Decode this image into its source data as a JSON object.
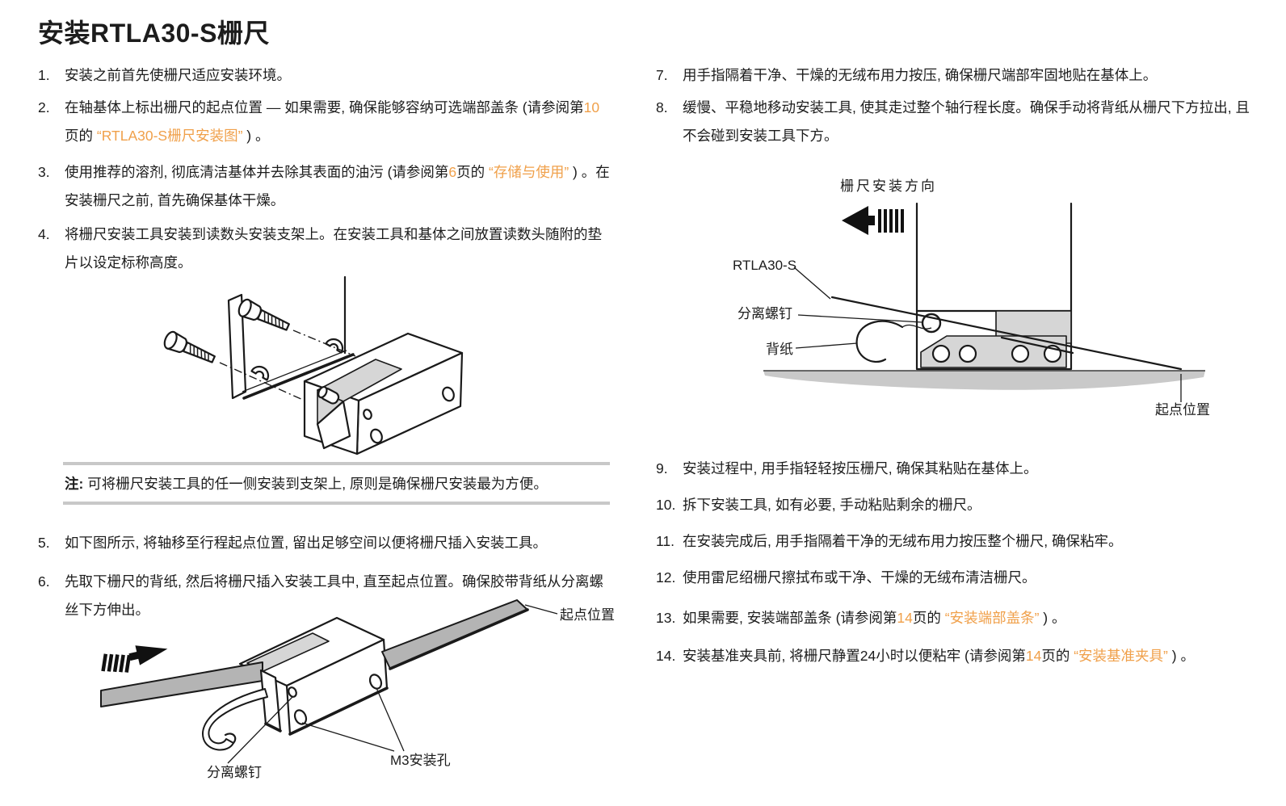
{
  "title": "安装RTLA30-S栅尺",
  "colors": {
    "accent": "#F0A04A",
    "note_bar": "#c8c8c8",
    "diagram_gray": "#c9c9c9",
    "tape_gray": "#b4b4b4"
  },
  "note": {
    "label": "注:",
    "text": " 可将栅尺安装工具的任一侧安装到支架上, 原则是确保栅尺安装最为方便。"
  },
  "steps_left": [
    {
      "num": "1.",
      "runs": [
        {
          "text": "安装之前首先使栅尺适应安装环境。"
        }
      ]
    },
    {
      "num": "2.",
      "runs": [
        {
          "text": "在轴基体上标出栅尺的起点位置 — 如果需要, 确保能够容纳可选端部盖条 (请参阅第"
        },
        {
          "text": "10",
          "link": true
        },
        {
          "text": "页的 "
        },
        {
          "text": "“RTLA30-S栅尺安装图”",
          "link": true
        },
        {
          "text": " ) 。"
        }
      ]
    },
    {
      "num": "3.",
      "runs": [
        {
          "text": "使用推荐的溶剂, 彻底清洁基体并去除其表面的油污 (请参阅第"
        },
        {
          "text": "6",
          "link": true
        },
        {
          "text": "页的 "
        },
        {
          "text": "“存储与使用”",
          "link": true
        },
        {
          "text": " ) 。在安装栅尺之前, 首先确保基体干燥。"
        }
      ]
    },
    {
      "num": "4.",
      "runs": [
        {
          "text": "将栅尺安装工具安装到读数头安装支架上。在安装工具和基体之间放置读数头随附的垫片以设定标称高度。"
        }
      ]
    },
    {
      "num": "5.",
      "runs": [
        {
          "text": "如下图所示, 将轴移至行程起点位置, 留出足够空间以便将栅尺插入安装工具。"
        }
      ]
    },
    {
      "num": "6.",
      "runs": [
        {
          "text": "先取下栅尺的背纸, 然后将栅尺插入安装工具中, 直至起点位置。确保胶带背纸从分离螺丝下方伸出。"
        }
      ]
    }
  ],
  "steps_right": [
    {
      "num": "7.",
      "runs": [
        {
          "text": "用手指隔着干净、干燥的无绒布用力按压, 确保栅尺端部牢固地贴在基体上。"
        }
      ]
    },
    {
      "num": "8.",
      "runs": [
        {
          "text": "缓慢、平稳地移动安装工具, 使其走过整个轴行程长度。确保手动将背纸从栅尺下方拉出, 且不会碰到安装工具下方。"
        }
      ]
    },
    {
      "num": "9.",
      "runs": [
        {
          "text": "安装过程中, 用手指轻轻按压栅尺, 确保其粘贴在基体上。"
        }
      ]
    },
    {
      "num": "10.",
      "runs": [
        {
          "text": "拆下安装工具, 如有必要, 手动粘贴剩余的栅尺。"
        }
      ]
    },
    {
      "num": "11.",
      "runs": [
        {
          "text": "在安装完成后, 用手指隔着干净的无绒布用力按压整个栅尺, 确保粘牢。"
        }
      ]
    },
    {
      "num": "12.",
      "runs": [
        {
          "text": "使用雷尼绍栅尺擦拭布或干净、干燥的无绒布清洁栅尺。"
        }
      ]
    },
    {
      "num": "13.",
      "runs": [
        {
          "text": "如果需要, 安装端部盖条 (请参阅第"
        },
        {
          "text": "14",
          "link": true
        },
        {
          "text": "页的 "
        },
        {
          "text": "“安装端部盖条”",
          "link": true
        },
        {
          "text": " ) 。"
        }
      ]
    },
    {
      "num": "14.",
      "runs": [
        {
          "text": "安装基准夹具前, 将栅尺静置24小时以便粘牢 (请参阅第"
        },
        {
          "text": "14",
          "link": true
        },
        {
          "text": "页的 "
        },
        {
          "text": "“安装基准夹具”",
          "link": true
        },
        {
          "text": " ) 。"
        }
      ]
    }
  ],
  "diagram_tool_insert": {
    "labels": {
      "start_position": "起点位置",
      "separation_screw": "分离螺钉",
      "m3_holes": "M3安装孔"
    }
  },
  "diagram_side_view": {
    "labels": {
      "direction": "栅尺安装方向",
      "scale_name": "RTLA30-S",
      "separation_screw": "分离螺钉",
      "backing_paper": "背纸",
      "start_position": "起点位置"
    }
  }
}
